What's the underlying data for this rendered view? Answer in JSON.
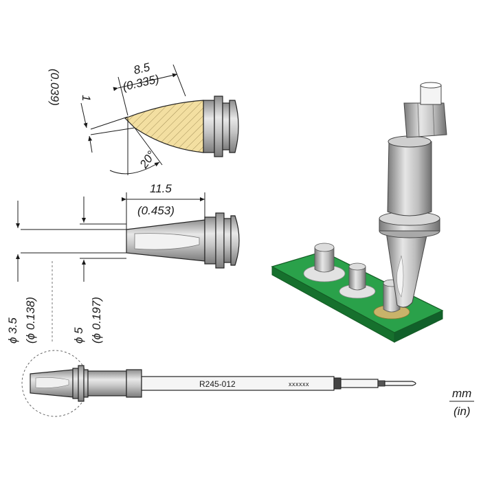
{
  "dimensions": {
    "tip_thickness_mm": "1",
    "tip_thickness_in": "(0.039)",
    "tip_length_mm": "8.5",
    "tip_length_in": "(0.335)",
    "tip_angle": "20°",
    "body_length_mm": "11.5",
    "body_length_in": "(0.453)",
    "inner_diameter_mm": "ϕ 3.5",
    "inner_diameter_in": "(ϕ 0.138)",
    "outer_diameter_mm": "ϕ 5",
    "outer_diameter_in": "(ϕ 0.197)"
  },
  "cartridge": {
    "part_number": "R245-012",
    "serial_placeholder": "xxxxxx"
  },
  "units": {
    "primary": "mm",
    "secondary": "(in)"
  },
  "colors": {
    "tinned_face": "#f3dfa1",
    "pcb_green": "#1f8a3a",
    "metal": "#b9b9b9",
    "line": "#1a1a1a"
  }
}
